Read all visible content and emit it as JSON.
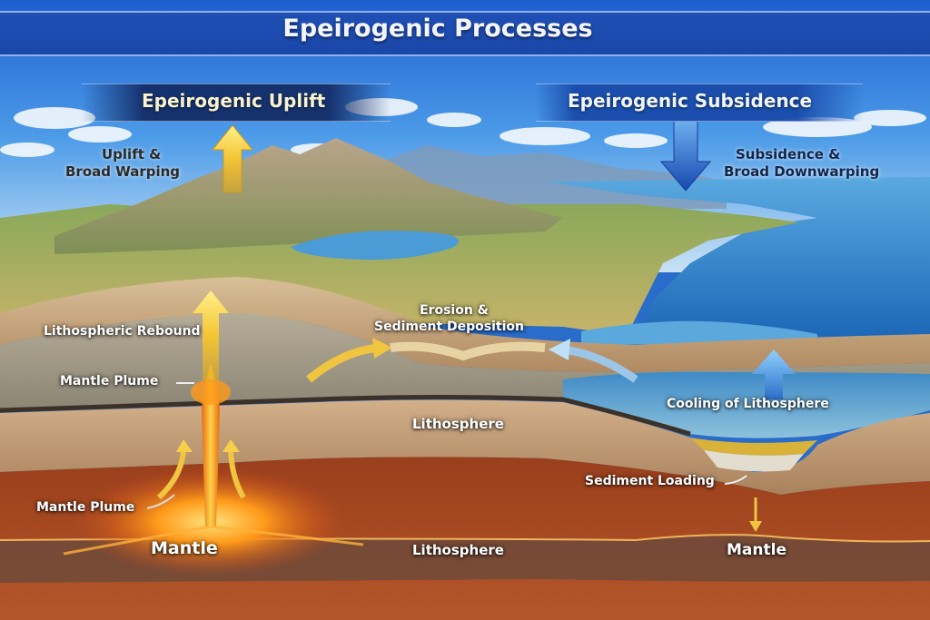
{
  "title": "Epeirogenic Processes",
  "sections": {
    "uplift": {
      "banner": "Epeirogenic Uplift",
      "caption_line1": "Uplift &",
      "caption_line2": "Broad Warping"
    },
    "subsidence": {
      "banner": "Epeirogenic Subsidence",
      "caption_line1": "Subsidence &",
      "caption_line2": "Broad Downwarping"
    }
  },
  "labels": {
    "lithospheric_rebound": "Lithospheric Rebound",
    "mantle_plume_upper": "Mantle Plume",
    "erosion_line1": "Erosion &",
    "erosion_line2": "Sediment Deposition",
    "lithosphere_middle": "Lithosphere",
    "cooling": "Cooling of Lithosphere",
    "sediment_loading": "Sediment Loading",
    "mantle_plume_lower": "Mantle Plume",
    "mantle_left": "Mantle",
    "lithosphere_bottom": "Lithosphere",
    "mantle_right": "Mantle"
  },
  "colors": {
    "title_bar": "#1f4fb5",
    "uplift_arrow": "#f2c230",
    "subsidence_arrow": "#1f5fc8",
    "cooling_arrow": "#5aa6ea",
    "magma": "#f28a12",
    "mantle": "#a8451e",
    "lithosphere": "#c9a57e",
    "sea": "#2f7fc4"
  }
}
